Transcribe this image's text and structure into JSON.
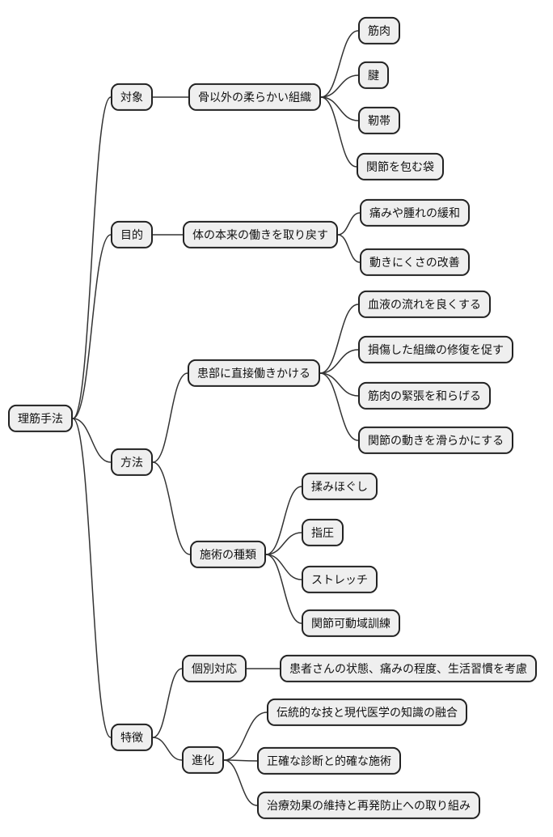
{
  "colors": {
    "node_fill": "#efefef",
    "node_border": "#222222",
    "edge": "#333333",
    "text": "#111111",
    "background": "#ffffff"
  },
  "mindmap": {
    "root": {
      "id": "root",
      "label": "理筋手法",
      "children": [
        {
          "id": "taisho",
          "label": "対象",
          "children": [
            {
              "id": "kotsu",
              "label": "骨以外の柔らかい組織",
              "children": [
                {
                  "id": "kinniku",
                  "label": "筋肉"
                },
                {
                  "id": "ken",
                  "label": "腱"
                },
                {
                  "id": "jintai",
                  "label": "靭帯"
                },
                {
                  "id": "fukuro",
                  "label": "関節を包む袋"
                }
              ]
            }
          ]
        },
        {
          "id": "mokuteki",
          "label": "目的",
          "children": [
            {
              "id": "karada",
              "label": "体の本来の働きを取り戻す",
              "children": [
                {
                  "id": "itami",
                  "label": "痛みや腫れの緩和"
                },
                {
                  "id": "ugoki",
                  "label": "動きにくさの改善"
                }
              ]
            }
          ]
        },
        {
          "id": "hoho",
          "label": "方法",
          "children": [
            {
              "id": "kanbu",
              "label": "患部に直接働きかける",
              "children": [
                {
                  "id": "ketsueki",
                  "label": "血液の流れを良くする"
                },
                {
                  "id": "sonsho",
                  "label": "損傷した組織の修復を促す"
                },
                {
                  "id": "kincho",
                  "label": "筋肉の緊張を和らげる"
                },
                {
                  "id": "kansetsu",
                  "label": "関節の動きを滑らかにする"
                }
              ]
            },
            {
              "id": "sejutsu",
              "label": "施術の種類",
              "children": [
                {
                  "id": "momi",
                  "label": "揉みほぐし"
                },
                {
                  "id": "shiatsu",
                  "label": "指圧"
                },
                {
                  "id": "stretch",
                  "label": "ストレッチ"
                },
                {
                  "id": "kadoiki",
                  "label": "関節可動域訓練"
                }
              ]
            }
          ]
        },
        {
          "id": "tokucho",
          "label": "特徴",
          "children": [
            {
              "id": "kobetsu",
              "label": "個別対応",
              "children": [
                {
                  "id": "kanja",
                  "label": "患者さんの状態、痛みの程度、生活習慣を考慮"
                }
              ]
            },
            {
              "id": "shinka",
              "label": "進化",
              "children": [
                {
                  "id": "dento",
                  "label": "伝統的な技と現代医学の知識の融合"
                },
                {
                  "id": "seikaku",
                  "label": "正確な診断と的確な施術"
                },
                {
                  "id": "chiryo",
                  "label": "治療効果の維持と再発防止への取り組み"
                }
              ]
            }
          ]
        }
      ]
    }
  }
}
